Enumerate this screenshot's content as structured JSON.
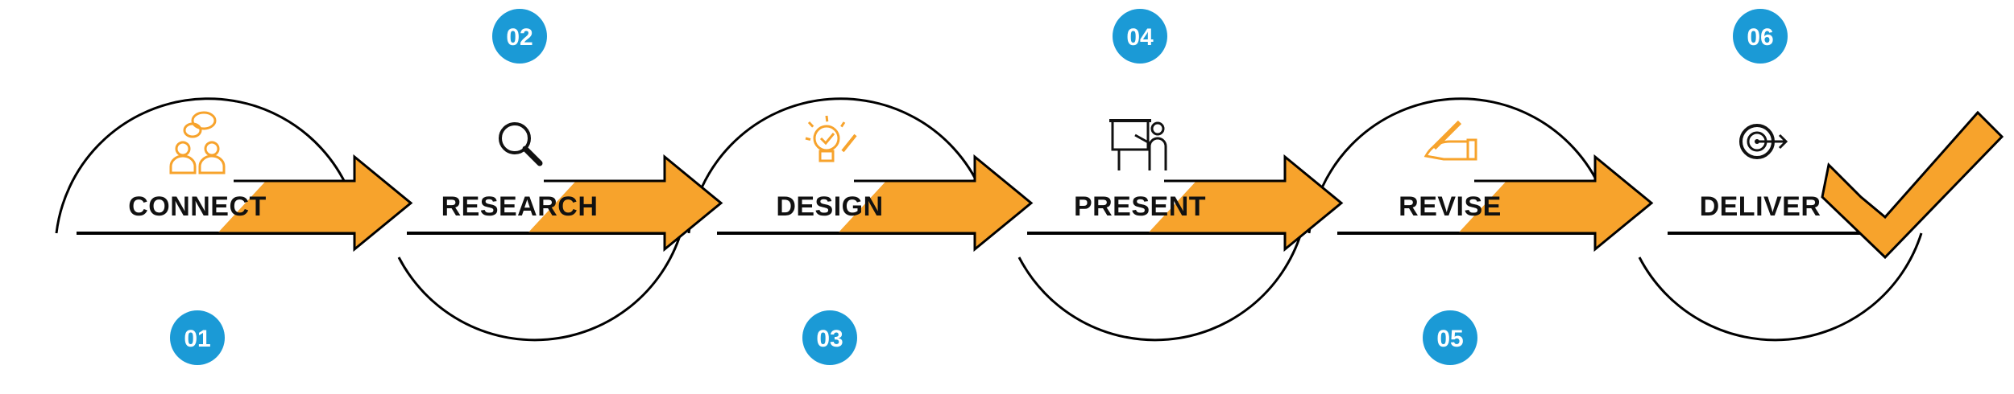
{
  "colors": {
    "accent": "#f7a32c",
    "accent_stroke": "#000000",
    "badge": "#1b9ad6",
    "line": "#000000",
    "text": "#111111"
  },
  "steps": [
    {
      "label": "CONNECT",
      "number": "01",
      "icon": "people-chat-icon",
      "icon_color": "#f7a32c"
    },
    {
      "label": "RESEARCH",
      "number": "02",
      "icon": "magnifier-icon",
      "icon_color": "#111111"
    },
    {
      "label": "DESIGN",
      "number": "03",
      "icon": "lightbulb-check-icon",
      "icon_color": "#f7a32c"
    },
    {
      "label": "PRESENT",
      "number": "04",
      "icon": "presenter-board-icon",
      "icon_color": "#111111"
    },
    {
      "label": "REVISE",
      "number": "05",
      "icon": "hand-pencil-icon",
      "icon_color": "#f7a32c"
    },
    {
      "label": "DELIVER",
      "number": "06",
      "icon": "target-arrow-icon",
      "icon_color": "#111111"
    }
  ],
  "final_mark": {
    "icon": "checkmark-icon"
  }
}
